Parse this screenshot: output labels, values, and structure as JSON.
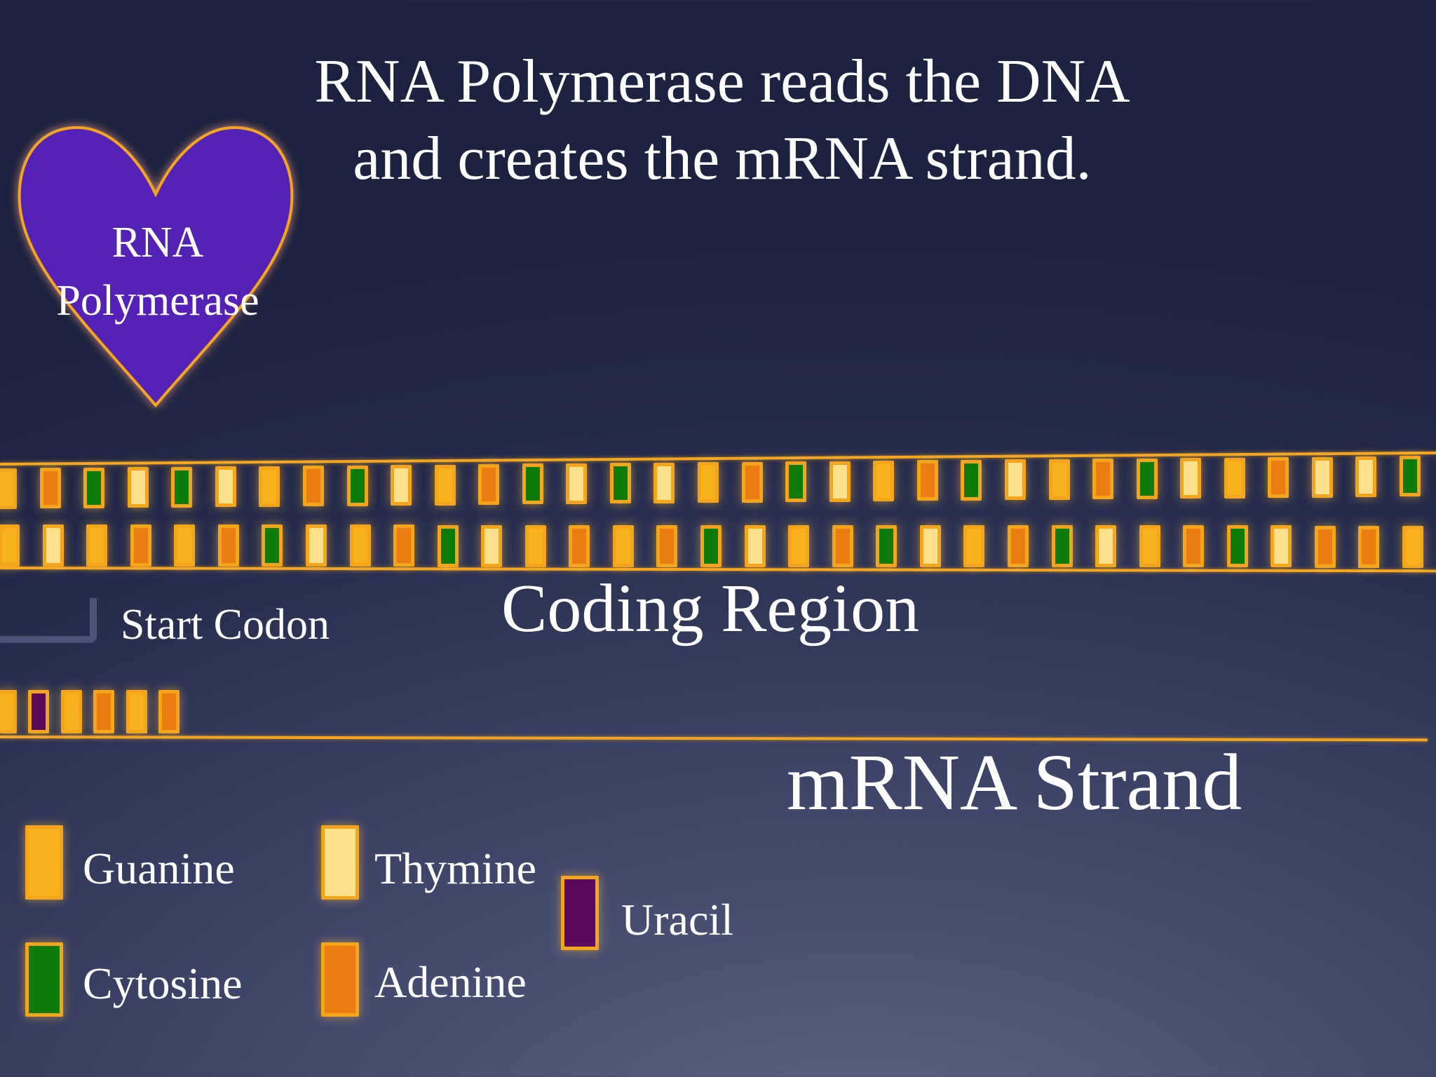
{
  "title": {
    "line1": "RNA Polymerase reads the DNA",
    "line2": "and creates the mRNA strand."
  },
  "enzyme": {
    "line1": "RNA",
    "line2": "Polymerase",
    "fill_color": "#5521b8"
  },
  "labels": {
    "start_codon": "Start Codon",
    "coding_region": "Coding Region",
    "mrna_strand": "mRNA Strand"
  },
  "colors": {
    "guanine": "#f7b21e",
    "thymine": "#ffe08c",
    "cytosine": "#0c7b0a",
    "adenine": "#ea7d12",
    "uracil": "#5c0a5e",
    "backbone": "#f5a51c"
  },
  "dna_strand_top": [
    "G",
    "A",
    "C",
    "T",
    "C",
    "T",
    "G",
    "A",
    "C",
    "T",
    "G",
    "A",
    "C",
    "T",
    "C",
    "T",
    "G",
    "A",
    "C",
    "T",
    "G",
    "A",
    "C",
    "T",
    "G",
    "A",
    "C",
    "T",
    "G",
    "A",
    "T",
    "T",
    "C"
  ],
  "dna_strand_bottom": [
    "G",
    "T",
    "G",
    "A",
    "G",
    "A",
    "C",
    "T",
    "G",
    "A",
    "C",
    "T",
    "G",
    "A",
    "G",
    "A",
    "C",
    "T",
    "G",
    "A",
    "C",
    "T",
    "G",
    "A",
    "C",
    "T",
    "G",
    "A",
    "C",
    "T",
    "A",
    "A",
    "G"
  ],
  "mrna_bases": [
    "G",
    "U",
    "G",
    "A",
    "G",
    "A"
  ],
  "legend": [
    {
      "name": "Guanine",
      "key": "guanine"
    },
    {
      "name": "Thymine",
      "key": "thymine"
    },
    {
      "name": "Uracil",
      "key": "uracil"
    },
    {
      "name": "Cytosine",
      "key": "cytosine"
    },
    {
      "name": "Adenine",
      "key": "adenine"
    }
  ]
}
